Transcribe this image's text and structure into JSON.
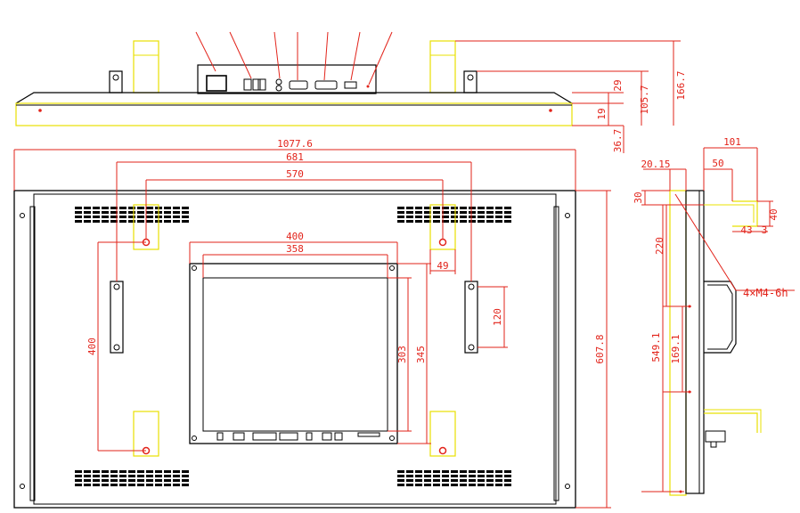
{
  "top_view": {
    "dims": {
      "d1667": "166.7",
      "d1057": "105.7",
      "d29": "29",
      "d19": "19",
      "d367": "36.7"
    }
  },
  "front_view": {
    "dims": {
      "width_total": "1077.6",
      "bracket_span": "681",
      "inner_span": "570",
      "box_width": "400",
      "box_inner": "358",
      "right_49": "49",
      "right_120": "120",
      "left_400": "400",
      "box_303": "303",
      "box_345": "345",
      "height_total": "607.8"
    }
  },
  "side_view": {
    "dims": {
      "d101": "101",
      "d50": "50",
      "d2015": "20.15",
      "d30": "30",
      "d40": "40",
      "d43": "43",
      "d3": "3",
      "d220": "220",
      "d1691": "169.1",
      "d5491": "549.1"
    },
    "callout": "4×M4-6h"
  },
  "colors": {
    "outline": "#000000",
    "dimension": "#e2231a",
    "bracket": "#e8e000"
  }
}
